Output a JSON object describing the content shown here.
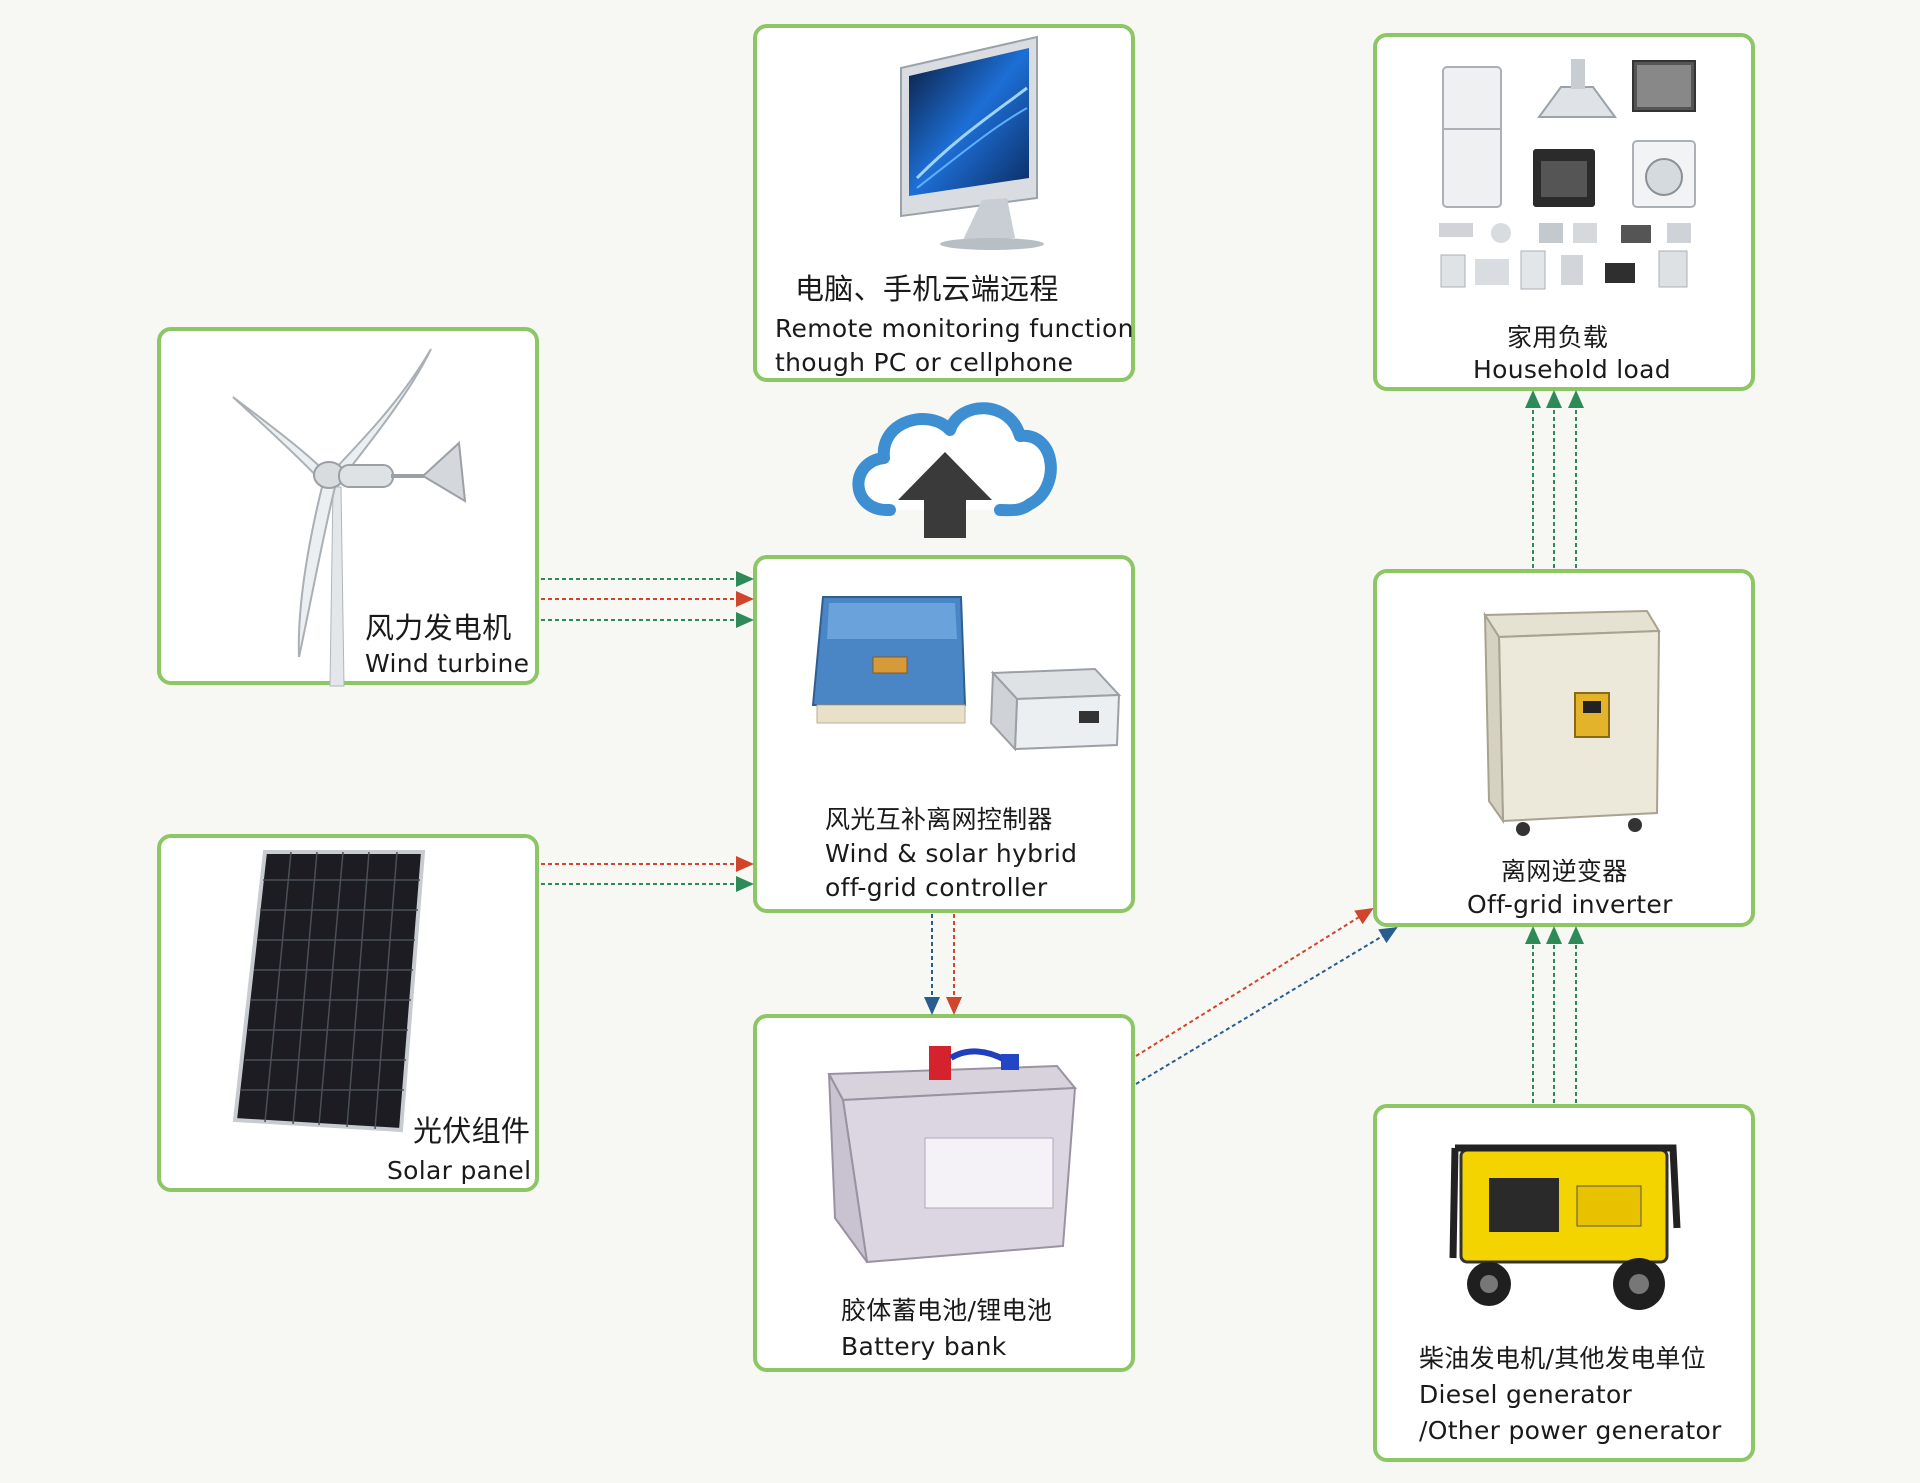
{
  "nodes": {
    "remote_monitoring": {
      "title_cn": "电脑、手机云端远程",
      "line1": "Remote monitoring function",
      "line2": "though PC or cellphone"
    },
    "household_load": {
      "title_cn": "家用负载",
      "title_en": "Household load"
    },
    "wind_turbine": {
      "title_cn": "风力发电机",
      "title_en": "Wind turbine"
    },
    "controller": {
      "title_cn": "风光互补离网控制器",
      "line1": "Wind & solar hybrid",
      "line2": "off-grid controller"
    },
    "inverter": {
      "title_cn": "离网逆变器",
      "title_en": "Off-grid inverter"
    },
    "solar_panel": {
      "title_cn": "光伏组件",
      "title_en": "Solar panel"
    },
    "battery": {
      "title_cn": "胶体蓄电池/锂电池",
      "title_en": "Battery bank"
    },
    "generator": {
      "title_cn": "柴油发电机/其他发电单位",
      "line1": "Diesel generator",
      "line2": "/Other power generator"
    }
  },
  "colors": {
    "border": "#8cc665",
    "line_green": "#2e8b57",
    "line_red": "#d0452c",
    "line_blue": "#2a5d8f",
    "cloud": "#3d8fd1",
    "arrow_up": "#3a3a3a"
  }
}
